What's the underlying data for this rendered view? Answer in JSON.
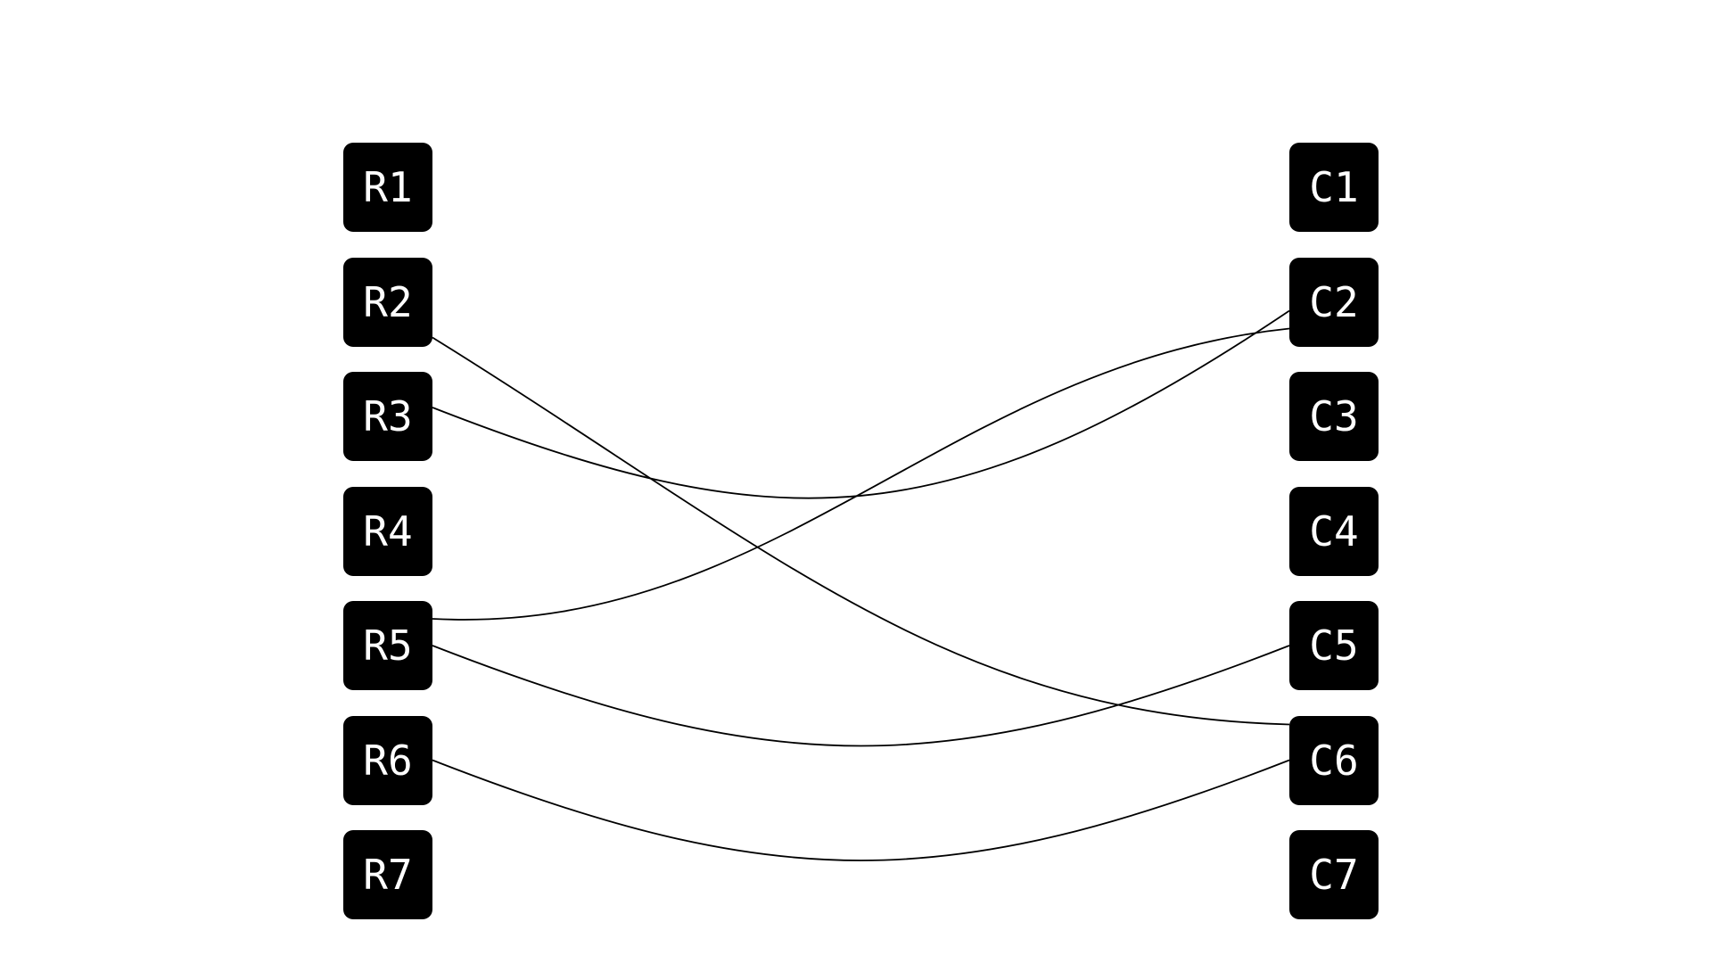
{
  "colors": {
    "background": "#ffffff",
    "node_fill": "#000000",
    "node_text": "#ffffff",
    "edge": "#000000"
  },
  "left_nodes": [
    {
      "id": "R1",
      "label": "R1"
    },
    {
      "id": "R2",
      "label": "R2"
    },
    {
      "id": "R3",
      "label": "R3"
    },
    {
      "id": "R4",
      "label": "R4"
    },
    {
      "id": "R5",
      "label": "R5"
    },
    {
      "id": "R6",
      "label": "R6"
    },
    {
      "id": "R7",
      "label": "R7"
    }
  ],
  "right_nodes": [
    {
      "id": "C1",
      "label": "C1"
    },
    {
      "id": "C2",
      "label": "C2"
    },
    {
      "id": "C3",
      "label": "C3"
    },
    {
      "id": "C4",
      "label": "C4"
    },
    {
      "id": "C5",
      "label": "C5"
    },
    {
      "id": "C6",
      "label": "C6"
    },
    {
      "id": "C7",
      "label": "C7"
    }
  ],
  "edges": [
    {
      "from": "R2",
      "to": "C6"
    },
    {
      "from": "R3",
      "to": "C2"
    },
    {
      "from": "R5",
      "to": "C2"
    },
    {
      "from": "R5",
      "to": "C5"
    },
    {
      "from": "R6",
      "to": "C6"
    }
  ]
}
